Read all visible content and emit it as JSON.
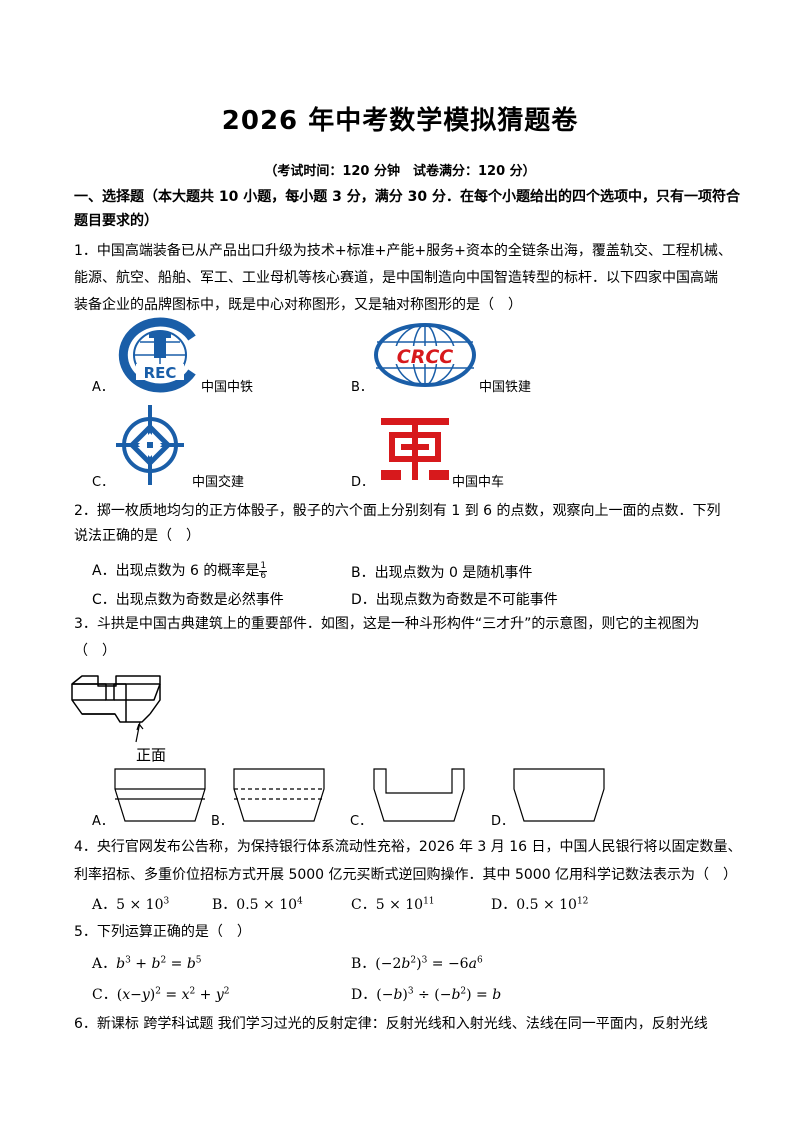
{
  "header": {
    "title": "2026 年中考数学模拟猜题卷",
    "subtitle": "（考试时间：120 分钟　试卷满分：120 分）"
  },
  "section1": {
    "heading_line1": "一、选择题（本大题共 10 小题，每小题 3 分，满分 30 分．在每个小题给出的四个选项中，只有一项符合",
    "heading_line2": "题目要求的）"
  },
  "q1": {
    "line1": "1．中国高端装备已从产品出口升级为技术+标准+产能+服务+资本的全链条出海，覆盖轨交、工程机械、",
    "line2": "能源、航空、船舶、军工、工业母机等核心赛道，是中国制造向中国智造转型的标杆．以下四家中国高端",
    "line3": "装备企业的品牌图标中，既是中心对称图形，又是轴对称图形的是（　）",
    "options": [
      {
        "label": "A．",
        "caption": "中国中铁",
        "logo_text": "REC",
        "icon": "crec-logo-icon"
      },
      {
        "label": "B．",
        "caption": "中国铁建",
        "logo_text": "CRCC",
        "icon": "crcc-logo-icon"
      },
      {
        "label": "C．",
        "caption": "中国交建",
        "icon": "cccc-logo-icon"
      },
      {
        "label": "D．",
        "caption": "中国中车",
        "icon": "crrc-logo-icon"
      }
    ],
    "colors": {
      "blue": "#1a5ea8",
      "red": "#d7191c"
    }
  },
  "q2": {
    "line1": "2．掷一枚质地均匀的正方体骰子，骰子的六个面上分别刻有 1 到 6 的点数，观察向上一面的点数．下列",
    "line2": "说法正确的是（　）",
    "optA_text": "A．出现点数为 6 的概率是",
    "optA_num": "1",
    "optA_den": "6",
    "optB": "B．出现点数为 0 是随机事件",
    "optC": "C．出现点数为奇数是必然事件",
    "optD": "D．出现点数为奇数是不可能事件"
  },
  "q3": {
    "line1": "3．斗拱是中国古典建筑上的重要部件．如图，这是一种斗形构件“三才升”的示意图，则它的主视图为",
    "line2": "（　）",
    "front_label": "正面",
    "options": [
      "A．",
      "B．",
      "C．",
      "D．"
    ]
  },
  "q4": {
    "line1": "4．央行官网发布公告称，为保持银行体系流动性充裕，2026 年 3 月 16 日，中国人民银行将以固定数量、",
    "line2": "利率招标、多重价位招标方式开展 5000 亿元买断式逆回购操作．其中 5000 亿用科学记数法表示为（　）",
    "options": [
      {
        "label": "A．",
        "base": "5 × 10",
        "exp": "3"
      },
      {
        "label": "B．",
        "base": "0.5 × 10",
        "exp": "4"
      },
      {
        "label": "C．",
        "base": "5 × 10",
        "exp": "11"
      },
      {
        "label": "D．",
        "base": "0.5 × 10",
        "exp": "12"
      }
    ]
  },
  "q5": {
    "line1": "5．下列运算正确的是（　）",
    "optA_label": "A．",
    "optB_label": "B．",
    "optC_label": "C．",
    "optD_label": "D．"
  },
  "q6": {
    "line1": "6．新课标 跨学科试题 我们学习过光的反射定律：反射光线和入射光线、法线在同一平面内，反射光线"
  }
}
